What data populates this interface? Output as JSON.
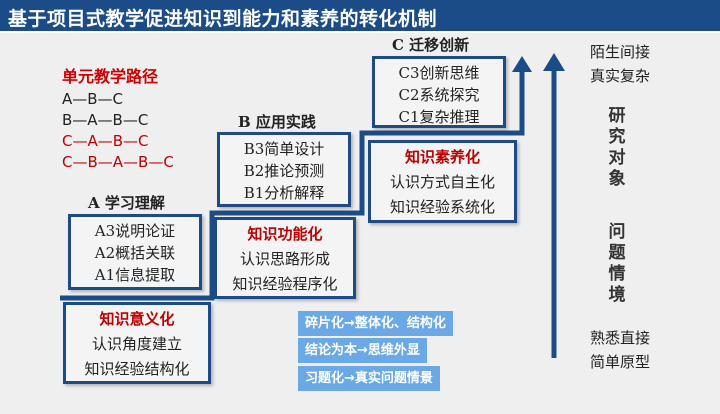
{
  "title": "基于项目式教学促进知识到能力和素养的转化机制",
  "unit_path": {
    "heading": "单元教学路径",
    "paths": [
      "A—B—C",
      "B—A—B—C",
      "C—A—B—C",
      "C—B—A—B—C"
    ]
  },
  "levels": [
    {
      "title": "A 学习理解",
      "items": [
        "A3说明论证",
        "A2概括关联",
        "A1信息提取"
      ]
    },
    {
      "title": "B 应用实践",
      "items": [
        "B3简单设计",
        "B2推论预测",
        "B1分析解释"
      ]
    },
    {
      "title": "C 迁移创新",
      "items": [
        "C3创新思维",
        "C2系统探究",
        "C1复杂推理"
      ]
    }
  ],
  "knowledge": [
    {
      "title": "知识意义化",
      "lines": [
        "认识角度建立",
        "知识经验结构化"
      ]
    },
    {
      "title": "知识功能化",
      "lines": [
        "认识思路形成",
        "知识经验程序化"
      ]
    },
    {
      "title": "知识素养化",
      "lines": [
        "认识方式自主化",
        "知识经验系统化"
      ]
    }
  ],
  "tags": [
    "碎片化→整体化、结构化",
    "结论为本→思维外显",
    "习题化→真实问题情景"
  ],
  "axis": {
    "top": [
      "陌生间接",
      "真实复杂"
    ],
    "label1": "研究对象",
    "label2": "问题情境",
    "bottom": [
      "熟悉直接",
      "简单原型"
    ]
  },
  "colors": {
    "primary": "#1b4c87",
    "accent": "#c00000",
    "tag": "#6aa9e6"
  }
}
